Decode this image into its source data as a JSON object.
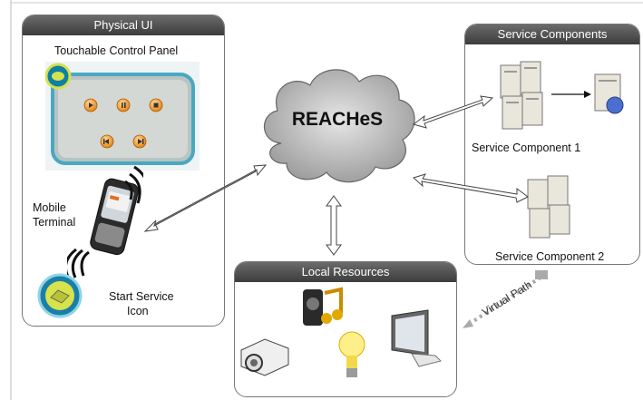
{
  "physical_ui": {
    "title": "Physical UI",
    "control_panel_label": "Touchable Control Panel",
    "mobile_label_line1": "Mobile",
    "mobile_label_line2": "Terminal",
    "start_icon_label_line1": "Start Service",
    "start_icon_label_line2": "Icon"
  },
  "service_components": {
    "title": "Service Components",
    "component1_label": "Service Component 1",
    "component2_label": "Service Component 2"
  },
  "local_resources": {
    "title": "Local  Resources"
  },
  "cloud": {
    "label": "REACHeS"
  },
  "virtual_path": {
    "label": "Virtual Path"
  },
  "icons": {
    "server": "server-icon",
    "projector": "projector-icon",
    "speaker": "speaker-music-icon",
    "bulb": "light-bulb-icon",
    "monitor": "monitor-icon",
    "phone": "mobile-phone-icon"
  }
}
